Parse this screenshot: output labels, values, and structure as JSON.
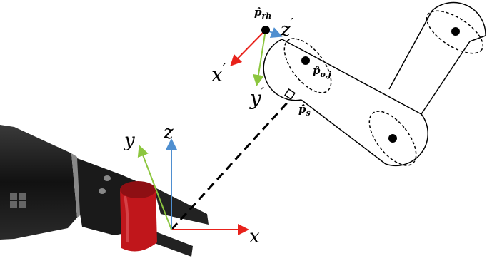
{
  "labels": {
    "p_rh": "p̂",
    "p_rh_sub": "rh",
    "p_oj": "p̂",
    "p_oj_sub": "o,j",
    "p_s": "p̂",
    "p_s_sub": "s",
    "x_prime": "x",
    "y_prime": "y",
    "z_prime": "z",
    "prime_mark": "′",
    "x": "x",
    "y": "y",
    "z": "z"
  },
  "colors": {
    "x_axis": "#e8221b",
    "y_axis": "#8cc63f",
    "z_axis": "#4f8fd0",
    "gripper_red": "#c0161b",
    "robot_dark": "#1e1e1e"
  },
  "icons": {
    "robot": "robot-gripper-icon"
  }
}
